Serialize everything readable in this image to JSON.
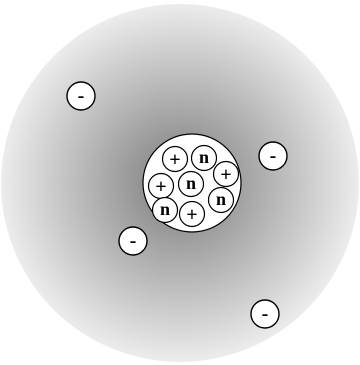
{
  "diagram": {
    "electron_cloud": {
      "inner_color": "#7a7a7a",
      "outer_color": "#ececec"
    },
    "nucleus": {
      "fill": "#ffffff",
      "stroke": "#000000",
      "particles": [
        {
          "kind": "proton",
          "label": "+"
        },
        {
          "kind": "neutron",
          "label": "n"
        },
        {
          "kind": "proton",
          "label": "+"
        },
        {
          "kind": "neutron",
          "label": "n"
        },
        {
          "kind": "proton",
          "label": "+"
        },
        {
          "kind": "neutron",
          "label": "n"
        },
        {
          "kind": "neutron",
          "label": "n"
        },
        {
          "kind": "proton",
          "label": "+"
        }
      ]
    },
    "electrons": [
      {
        "label": "-"
      },
      {
        "label": "-"
      },
      {
        "label": "-"
      },
      {
        "label": "-"
      }
    ]
  }
}
